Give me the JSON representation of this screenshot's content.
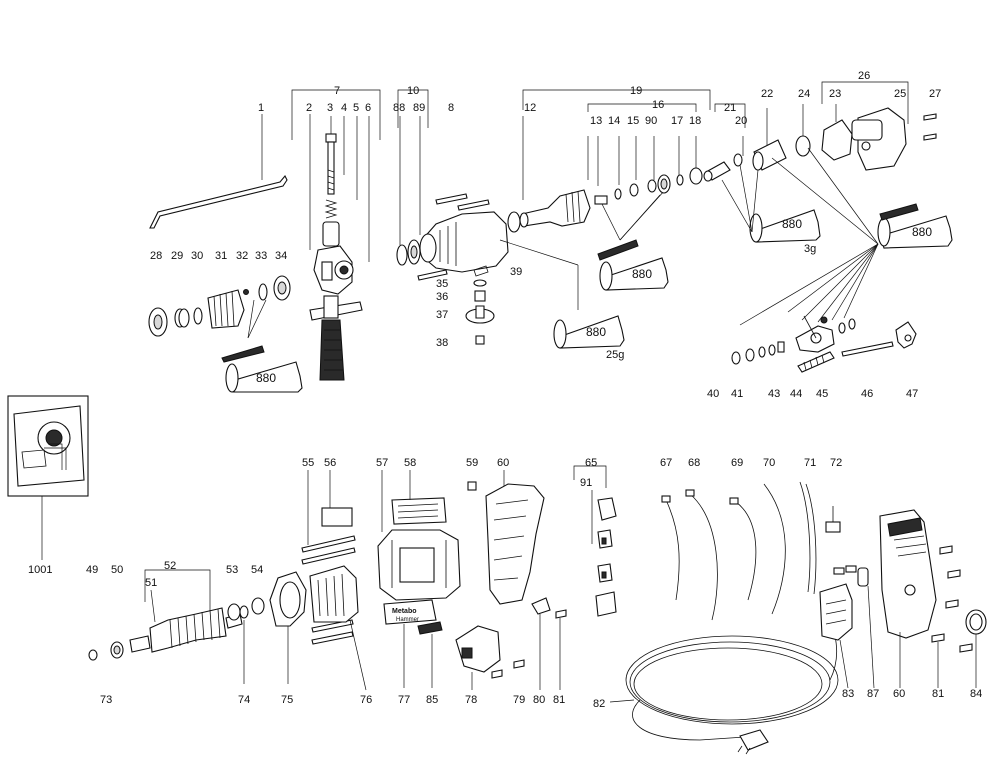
{
  "part_labels": {
    "p1": "1",
    "p2": "2",
    "p3": "3",
    "p4": "4",
    "p5": "5",
    "p6": "6",
    "p7": "7",
    "p8": "8",
    "p10": "10",
    "p12": "12",
    "p13": "13",
    "p14": "14",
    "p15": "15",
    "p16": "16",
    "p17": "17",
    "p18": "18",
    "p19": "19",
    "p20": "20",
    "p21": "21",
    "p22": "22",
    "p23": "23",
    "p24": "24",
    "p25": "25",
    "p26": "26",
    "p27": "27",
    "p28": "28",
    "p29": "29",
    "p30": "30",
    "p31": "31",
    "p32": "32",
    "p33": "33",
    "p34": "34",
    "p35": "35",
    "p36": "36",
    "p37": "37",
    "p38": "38",
    "p39": "39",
    "p40": "40",
    "p41": "41",
    "p43": "43",
    "p44": "44",
    "p45": "45",
    "p46": "46",
    "p47": "47",
    "p49": "49",
    "p50": "50",
    "p51": "51",
    "p52": "52",
    "p53": "53",
    "p54": "54",
    "p55": "55",
    "p56": "56",
    "p57": "57",
    "p58": "58",
    "p59": "59",
    "p60a": "60",
    "p60b": "60",
    "p65": "65",
    "p67": "67",
    "p68": "68",
    "p69": "69",
    "p70": "70",
    "p71": "71",
    "p72": "72",
    "p73": "73",
    "p74": "74",
    "p75": "75",
    "p76": "76",
    "p77": "77",
    "p78": "78",
    "p79": "79",
    "p80": "80",
    "p81a": "81",
    "p81b": "81",
    "p82": "82",
    "p83": "83",
    "p84": "84",
    "p85": "85",
    "p87": "87",
    "p88": "88",
    "p89": "89",
    "p90": "90",
    "p91": "91",
    "p1001": "1001"
  },
  "grease_tubes": {
    "tube1": {
      "text": "880",
      "qty": ""
    },
    "tube2": {
      "text": "880",
      "qty": ""
    },
    "tube3": {
      "text": "880",
      "qty": "25g"
    },
    "tube4": {
      "text": "880",
      "qty": "3g"
    },
    "tube5": {
      "text": "880",
      "qty": ""
    }
  },
  "label_sticker": {
    "brand_line1": "Metabo",
    "brand_line2": "Hammer"
  }
}
